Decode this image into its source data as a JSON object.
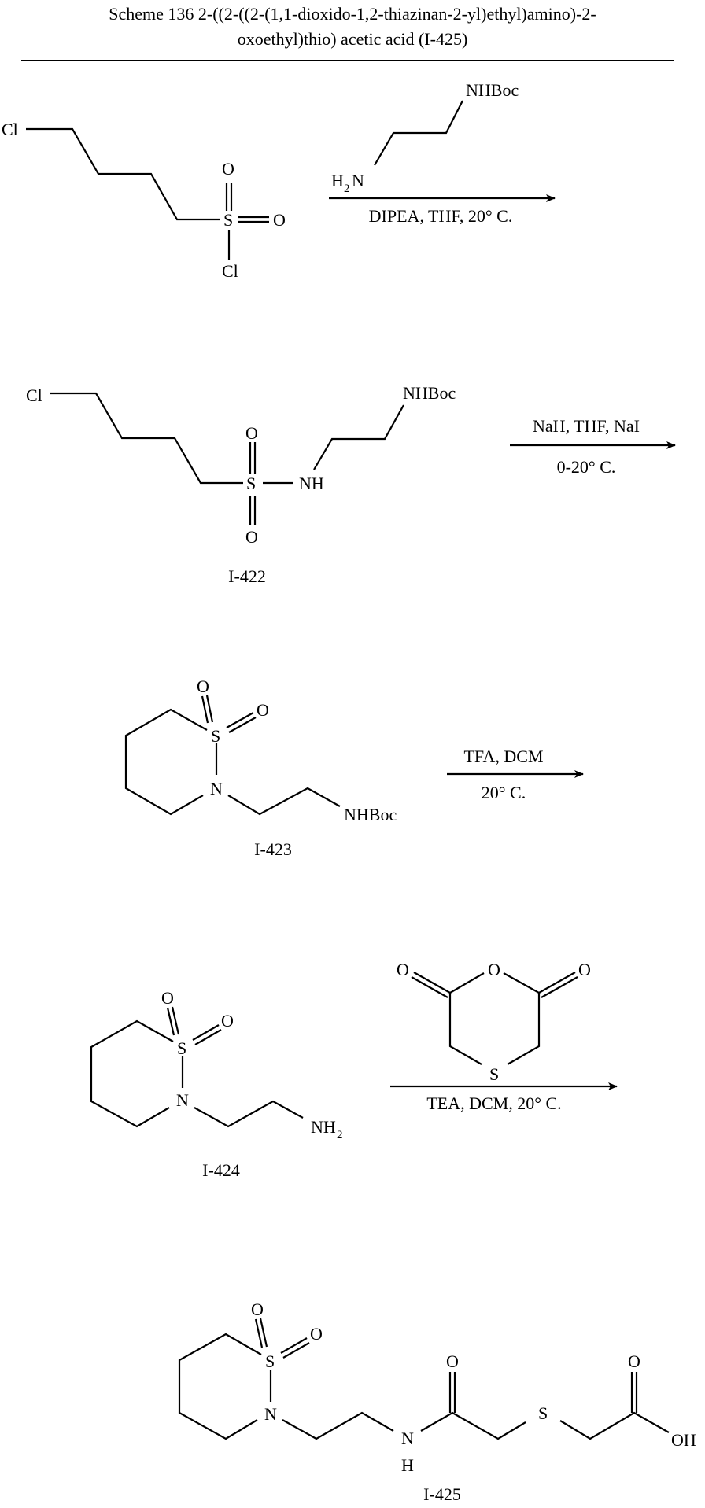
{
  "title": {
    "line1": "Scheme 136 2-((2-((2-(1,1-dioxido-1,2-thiazinan-2-yl)ethyl)amino)-2-",
    "line2": "oxoethyl)thio) acetic acid (I-425)"
  },
  "steps": [
    {
      "reagent_above": "",
      "conditions_above": "",
      "conditions_below": "DIPEA, THF, 20° C."
    },
    {
      "conditions_above": "NaH, THF, NaI",
      "conditions_below": "0-20° C."
    },
    {
      "conditions_above": "TFA, DCM",
      "conditions_below": "20° C."
    },
    {
      "conditions_above": "",
      "conditions_below": "TEA, DCM, 20° C."
    }
  ],
  "compounds": {
    "start": {
      "label": ""
    },
    "i422": {
      "label": "I-422"
    },
    "i423": {
      "label": "I-423"
    },
    "i424": {
      "label": "I-424"
    },
    "i425": {
      "label": "I-425"
    }
  },
  "atoms": {
    "cl": "Cl",
    "s": "S",
    "o": "O",
    "n": "N",
    "h": "H",
    "nh": "NH",
    "nhboc": "NHBoc",
    "h2n_h": "H",
    "h2n_2": "2",
    "h2n_n": "N",
    "nh2_nh": "NH",
    "nh2_2": "2",
    "oh": "OH"
  }
}
